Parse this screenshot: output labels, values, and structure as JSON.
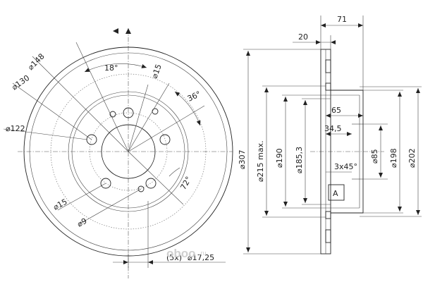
{
  "front_view": {
    "labels": {
      "d148": "148",
      "d130": "130",
      "d122": "122",
      "d15_bottom": "15",
      "d9": "9",
      "angle18": "18°",
      "d15_top": "15",
      "angle36": "36°",
      "angle72": "72°",
      "holes_count": "(5x)",
      "d17_25": "17,25"
    }
  },
  "side_view": {
    "labels": {
      "w71": "71",
      "w20": "20",
      "d307": "307",
      "d215": "215 max.",
      "d190": "190",
      "d185_3": "185,3",
      "w65": "65",
      "w34_5": "34,5",
      "chamfer": "3x45°",
      "d85": "85",
      "d198": "198",
      "d202": "202",
      "section": "A"
    }
  },
  "symbols": {
    "diameter": "⌀"
  },
  "watermark": {
    "brand": "oboo",
    "tld": ".ru"
  }
}
